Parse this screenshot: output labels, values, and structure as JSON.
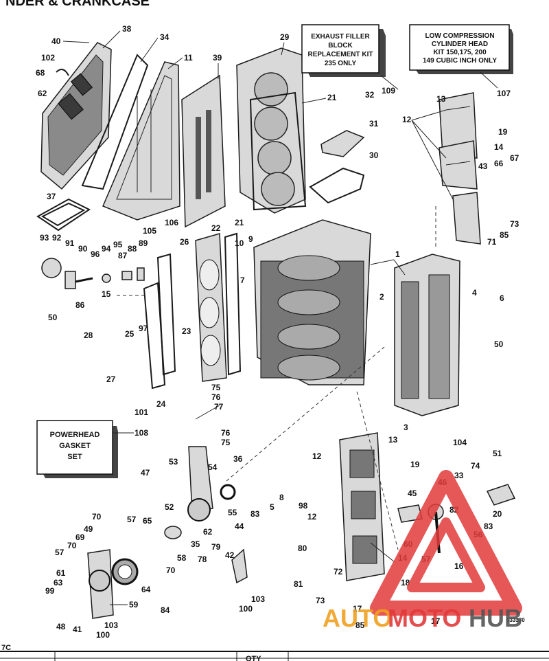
{
  "page": {
    "title_fragment": "NDER & CRANKCASE",
    "watermark": {
      "part1": "AUTO",
      "part2": "MOTO",
      "part3": "HUB"
    },
    "footer_left": "7C",
    "footer_qty": "QTY",
    "image_code": "033330"
  },
  "boxes": [
    {
      "id": "box-exhaust",
      "lines": [
        "EXHAUST FILLER",
        "BLOCK",
        "REPLACEMENT KIT",
        "235 ONLY"
      ],
      "ref": "109"
    },
    {
      "id": "box-lowcomp",
      "lines": [
        "LOW COMPRESSION",
        "CYLINDER HEAD",
        "KIT 150,175, 200",
        "149 CUBIC INCH ONLY"
      ],
      "ref": "107"
    },
    {
      "id": "box-gasket",
      "lines": [
        "POWERHEAD",
        "GASKET",
        "SET"
      ],
      "ref": "108"
    }
  ],
  "callouts": [
    "40",
    "38",
    "34",
    "11",
    "39",
    "29",
    "21",
    "32",
    "31",
    "30",
    "13",
    "12",
    "19",
    "14",
    "43",
    "66",
    "67",
    "73",
    "85",
    "71",
    "102",
    "68",
    "62",
    "37",
    "105",
    "106",
    "22",
    "21",
    "10",
    "9",
    "93",
    "92",
    "91",
    "90",
    "96",
    "94",
    "95",
    "87",
    "88",
    "89",
    "26",
    "7",
    "2",
    "1",
    "6",
    "4",
    "50",
    "15",
    "86",
    "50",
    "28",
    "25",
    "97",
    "23",
    "27",
    "101",
    "24",
    "75",
    "76",
    "77",
    "76",
    "75",
    "108",
    "36",
    "53",
    "54",
    "47",
    "52",
    "55",
    "62",
    "83",
    "5",
    "8",
    "98",
    "12",
    "13",
    "19",
    "51",
    "74",
    "46",
    "33",
    "45",
    "20",
    "82",
    "12",
    "83",
    "56",
    "70",
    "57",
    "65",
    "49",
    "69",
    "70",
    "35",
    "58",
    "70",
    "61",
    "57",
    "79",
    "44",
    "42",
    "78",
    "63",
    "64",
    "99",
    "59",
    "84",
    "103",
    "100",
    "48",
    "41",
    "103",
    "100",
    "3",
    "104",
    "80",
    "81",
    "72",
    "14",
    "16",
    "60",
    "57",
    "18",
    "17",
    "73",
    "85",
    "17"
  ]
}
